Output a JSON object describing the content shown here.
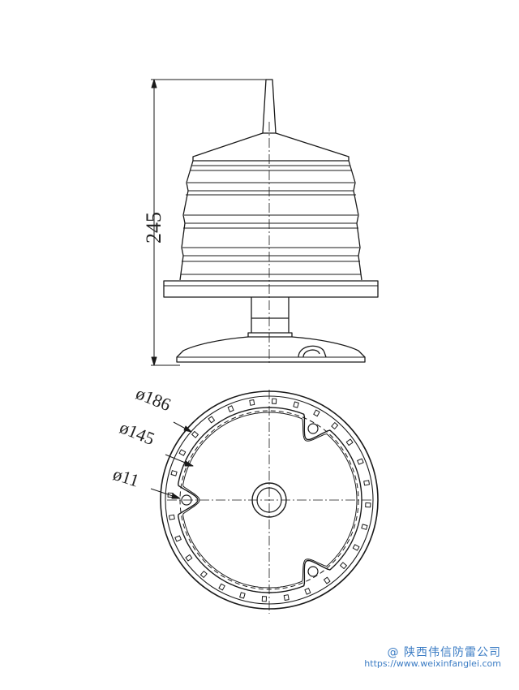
{
  "dimensions": {
    "height": "245",
    "outer_diameter": "ø186",
    "bolt_circle": "ø145",
    "hole": "ø11"
  },
  "watermark": {
    "company": "@ 陕西伟信防雷公司",
    "url": "https://www.weixinfanglei.com"
  }
}
